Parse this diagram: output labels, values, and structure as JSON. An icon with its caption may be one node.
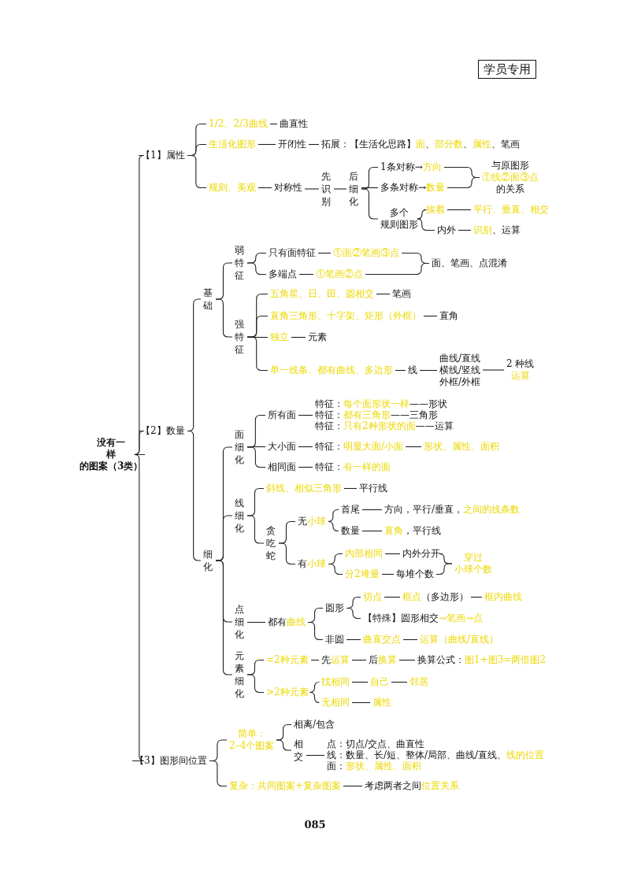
{
  "diagram": {
    "nodes": [
      {
        "text": [
          "没有一样的图案（3类）"
        ]
      },
      {
        "text": [
          "【1】属性"
        ]
      },
      {
        "text": [
          "【2】数量"
        ]
      },
      {
        "text": [
          "【3】图形间位置"
        ]
      },
      {
        "text": [
          "1/2、2/3曲线"
        ]
      },
      {
        "text": [
          "曲直性"
        ]
      },
      {
        "text": [
          "生活化图形"
        ]
      },
      {
        "text": [
          "开闭性"
        ]
      },
      {
        "text": [
          "拓展：【生活化思路】**面**、**部分数**、**属性**、笔画"
        ]
      },
      {
        "text": [
          "规则、美观"
        ]
      },
      {
        "text": [
          "对称性"
        ]
      },
      {
        "text": [
          "先识别"
        ]
      },
      {
        "text": [
          "后细化"
        ]
      },
      {
        "text": [
          "1条对称→**方向**"
        ]
      },
      {
        "text": [
          "多条对称→**数量**"
        ]
      },
      {
        "text": [
          "多个规则图形"
        ]
      },
      {
        "text": [
          "挨着"
        ]
      },
      {
        "text": [
          "平行、垂直、相交"
        ]
      },
      {
        "text": [
          "内外"
        ]
      },
      {
        "text": [
          "**识别**、运算"
        ]
      },
      {
        "text": [
          "与原图形**①线②面③点**的关系"
        ]
      },
      {
        "text": [
          "基础"
        ]
      },
      {
        "text": [
          "细化"
        ]
      },
      {
        "text": [
          "弱特征"
        ]
      },
      {
        "text": [
          "强特征"
        ]
      },
      {
        "text": [
          "只有面特征"
        ]
      },
      {
        "text": [
          "①面②笔画③点"
        ]
      },
      {
        "text": [
          "多端点"
        ]
      },
      {
        "text": [
          "①笔画②点"
        ]
      },
      {
        "text": [
          "面、笔画、点混淆"
        ]
      },
      {
        "text": [
          "五角星、日、田、圆相交"
        ]
      },
      {
        "text": [
          "笔画"
        ]
      },
      {
        "text": [
          "直角三角形、十字架、矩形（外框）"
        ]
      },
      {
        "text": [
          "直角"
        ]
      },
      {
        "text": [
          "独立"
        ]
      },
      {
        "text": [
          "元素"
        ]
      },
      {
        "text": [
          "单一线条、都有曲线、多边形"
        ]
      },
      {
        "text": [
          "线"
        ]
      },
      {
        "text": [
          "曲线/直线横线/竖线外框/外框"
        ]
      },
      {
        "text": [
          "2 种线**运算**"
        ]
      },
      {
        "text": [
          "面细化"
        ]
      },
      {
        "text": [
          "线细化"
        ]
      },
      {
        "text": [
          "点细化"
        ]
      },
      {
        "text": [
          "元素细化"
        ]
      },
      {
        "text": [
          "所有面"
        ]
      },
      {
        "text": [
          "特征：**每个面形状一样**——形状"
        ]
      },
      {
        "text": [
          "特征：**都有三角形**——三角形"
        ]
      },
      {
        "text": [
          "特征：**只有2种形状的面**——运算"
        ]
      },
      {
        "text": [
          "大小面"
        ]
      },
      {
        "text": [
          "特征：**明显大面/小面**"
        ]
      },
      {
        "text": [
          "形状、属性、面积"
        ]
      },
      {
        "text": [
          "相同面"
        ]
      },
      {
        "text": [
          "特征：**有一样的面**"
        ]
      },
      {
        "text": [
          "斜线、相似三角形"
        ]
      },
      {
        "text": [
          "平行线"
        ]
      },
      {
        "text": [
          "贪吃蛇"
        ]
      },
      {
        "text": [
          "无**小球**"
        ]
      },
      {
        "text": [
          "有**小球**"
        ]
      },
      {
        "text": [
          "首尾"
        ]
      },
      {
        "text": [
          "方向，平行/垂直，**之间的线条数**"
        ]
      },
      {
        "text": [
          "数量"
        ]
      },
      {
        "text": [
          "**直角**，平行线"
        ]
      },
      {
        "text": [
          "内部相同"
        ]
      },
      {
        "text": [
          "内外分开"
        ]
      },
      {
        "text": [
          "分2堆量"
        ]
      },
      {
        "text": [
          "每堆个数"
        ]
      },
      {
        "text": [
          "穿过小球个数"
        ]
      },
      {
        "text": [
          "都有**曲线**"
        ]
      },
      {
        "text": [
          "圆形"
        ]
      },
      {
        "text": [
          "非圆"
        ]
      },
      {
        "text": [
          "切点"
        ]
      },
      {
        "text": [
          "**框点**（多边形）"
        ]
      },
      {
        "text": [
          "框内曲线"
        ]
      },
      {
        "text": [
          "【特殊】圆形相交**→笔画→点**"
        ]
      },
      {
        "text": [
          "曲直交点"
        ]
      },
      {
        "text": [
          "运算（曲线/直线）"
        ]
      },
      {
        "text": [
          "=2种元素"
        ]
      },
      {
        "text": [
          "先**运算**"
        ]
      },
      {
        "text": [
          "后**换算**"
        ]
      },
      {
        "text": [
          "换算公式：**图1+图3=两倍图2**"
        ]
      },
      {
        "text": [
          ">2种元素"
        ]
      },
      {
        "text": [
          "找相同"
        ]
      },
      {
        "text": [
          "自己"
        ]
      },
      {
        "text": [
          "邻居"
        ]
      },
      {
        "text": [
          "无相同"
        ]
      },
      {
        "text": [
          "属性"
        ]
      },
      {
        "text": [
          "简单：2–4个图案"
        ]
      },
      {
        "text": [
          "复杂：共同图案+复杂图案"
        ]
      },
      {
        "text": [
          "考虑两者之间**位置关系**"
        ]
      },
      {
        "text": [
          "相离/包含"
        ]
      },
      {
        "text": [
          "相交"
        ]
      },
      {
        "text": [
          "点：切点/交点、曲直性"
        ]
      },
      {
        "text": [
          "线：数量、长/短、整体/局部、曲线/直线、**线的位置**"
        ]
      },
      {
        "text": [
          "面：**形状、属性、面积**"
        ]
      },
      {
        "text": [
          "学员专用"
        ]
      }
    ],
    "edges": [
      {
        "from": 0,
        "to": 1,
        "arrow": "none"
      },
      {
        "from": 0,
        "to": 2,
        "arrow": "none"
      },
      {
        "from": 0,
        "to": 3,
        "arrow": "none"
      },
      {
        "from": 1,
        "to": 4,
        "arrow": "none"
      },
      {
        "from": 1,
        "to": 6,
        "arrow": "none"
      },
      {
        "from": 1,
        "to": 9,
        "arrow": "none"
      },
      {
        "from": 4,
        "to": 5,
        "arrow": "none"
      },
      {
        "from": 6,
        "to": 7,
        "arrow": "none"
      },
      {
        "from": 7,
        "to": 8,
        "arrow": "none"
      },
      {
        "from": 9,
        "to": 10,
        "arrow": "none"
      },
      {
        "from": 10,
        "to": 11,
        "arrow": "none"
      },
      {
        "from": 11,
        "to": 12,
        "arrow": "none"
      },
      {
        "from": 12,
        "to": 13,
        "arrow": "none"
      },
      {
        "from": 12,
        "to": 14,
        "arrow": "none"
      },
      {
        "from": 12,
        "to": 15,
        "arrow": "none"
      },
      {
        "from": 15,
        "to": 16,
        "arrow": "none"
      },
      {
        "from": 15,
        "to": 18,
        "arrow": "none"
      },
      {
        "from": 16,
        "to": 17,
        "arrow": "none"
      },
      {
        "from": 18,
        "to": 19,
        "arrow": "none"
      },
      {
        "from": 13,
        "to": 20,
        "arrow": "none"
      },
      {
        "from": 14,
        "to": 20,
        "arrow": "none"
      },
      {
        "from": 2,
        "to": 21,
        "arrow": "none"
      },
      {
        "from": 2,
        "to": 22,
        "arrow": "none"
      },
      {
        "from": 21,
        "to": 23,
        "arrow": "none"
      },
      {
        "from": 21,
        "to": 24,
        "arrow": "none"
      },
      {
        "from": 23,
        "to": 25,
        "arrow": "none"
      },
      {
        "from": 23,
        "to": 27,
        "arrow": "none"
      },
      {
        "from": 25,
        "to": 26,
        "arrow": "none"
      },
      {
        "from": 27,
        "to": 28,
        "arrow": "none"
      },
      {
        "from": 26,
        "to": 29,
        "arrow": "none"
      },
      {
        "from": 28,
        "to": 29,
        "arrow": "none"
      },
      {
        "from": 24,
        "to": 30,
        "arrow": "none"
      },
      {
        "from": 24,
        "to": 32,
        "arrow": "none"
      },
      {
        "from": 24,
        "to": 34,
        "arrow": "none"
      },
      {
        "from": 24,
        "to": 36,
        "arrow": "none"
      },
      {
        "from": 30,
        "to": 31,
        "arrow": "none"
      },
      {
        "from": 32,
        "to": 33,
        "arrow": "none"
      },
      {
        "from": 34,
        "to": 35,
        "arrow": "none"
      },
      {
        "from": 36,
        "to": 37,
        "arrow": "none"
      },
      {
        "from": 37,
        "to": 38,
        "arrow": "none"
      },
      {
        "from": 38,
        "to": 39,
        "arrow": "none"
      },
      {
        "from": 22,
        "to": 40,
        "arrow": "none"
      },
      {
        "from": 22,
        "to": 41,
        "arrow": "none"
      },
      {
        "from": 22,
        "to": 42,
        "arrow": "none"
      },
      {
        "from": 22,
        "to": 43,
        "arrow": "none"
      },
      {
        "from": 40,
        "to": 44,
        "arrow": "none"
      },
      {
        "from": 40,
        "to": 48,
        "arrow": "none"
      },
      {
        "from": 40,
        "to": 51,
        "arrow": "none"
      },
      {
        "from": 44,
        "to": 46,
        "arrow": "none"
      },
      {
        "from": 48,
        "to": 49,
        "arrow": "none"
      },
      {
        "from": 49,
        "to": 50,
        "arrow": "none"
      },
      {
        "from": 51,
        "to": 52,
        "arrow": "none"
      },
      {
        "from": 41,
        "to": 53,
        "arrow": "none"
      },
      {
        "from": 41,
        "to": 55,
        "arrow": "none"
      },
      {
        "from": 53,
        "to": 54,
        "arrow": "none"
      },
      {
        "from": 55,
        "to": 56,
        "arrow": "none"
      },
      {
        "from": 55,
        "to": 57,
        "arrow": "none"
      },
      {
        "from": 56,
        "to": 58,
        "arrow": "none"
      },
      {
        "from": 56,
        "to": 60,
        "arrow": "none"
      },
      {
        "from": 58,
        "to": 59,
        "arrow": "none"
      },
      {
        "from": 60,
        "to": 61,
        "arrow": "none"
      },
      {
        "from": 57,
        "to": 62,
        "arrow": "none"
      },
      {
        "from": 57,
        "to": 64,
        "arrow": "none"
      },
      {
        "from": 62,
        "to": 63,
        "arrow": "none"
      },
      {
        "from": 64,
        "to": 65,
        "arrow": "none"
      },
      {
        "from": 63,
        "to": 66,
        "arrow": "none"
      },
      {
        "from": 65,
        "to": 66,
        "arrow": "none"
      },
      {
        "from": 42,
        "to": 67,
        "arrow": "none"
      },
      {
        "from": 67,
        "to": 68,
        "arrow": "none"
      },
      {
        "from": 67,
        "to": 69,
        "arrow": "none"
      },
      {
        "from": 68,
        "to": 70,
        "arrow": "none"
      },
      {
        "from": 68,
        "to": 73,
        "arrow": "none"
      },
      {
        "from": 70,
        "to": 71,
        "arrow": "none"
      },
      {
        "from": 71,
        "to": 72,
        "arrow": "none"
      },
      {
        "from": 69,
        "to": 74,
        "arrow": "none"
      },
      {
        "from": 74,
        "to": 75,
        "arrow": "none"
      },
      {
        "from": 43,
        "to": 76,
        "arrow": "none"
      },
      {
        "from": 43,
        "to": 80,
        "arrow": "none"
      },
      {
        "from": 76,
        "to": 77,
        "arrow": "none"
      },
      {
        "from": 77,
        "to": 78,
        "arrow": "none"
      },
      {
        "from": 78,
        "to": 79,
        "arrow": "none"
      },
      {
        "from": 80,
        "to": 81,
        "arrow": "none"
      },
      {
        "from": 80,
        "to": 84,
        "arrow": "none"
      },
      {
        "from": 81,
        "to": 82,
        "arrow": "none"
      },
      {
        "from": 82,
        "to": 83,
        "arrow": "none"
      },
      {
        "from": 84,
        "to": 85,
        "arrow": "none"
      },
      {
        "from": 3,
        "to": 86,
        "arrow": "none"
      },
      {
        "from": 3,
        "to": 87,
        "arrow": "none"
      },
      {
        "from": 86,
        "to": 89,
        "arrow": "none"
      },
      {
        "from": 86,
        "to": 90,
        "arrow": "none"
      },
      {
        "from": 90,
        "to": 92,
        "arrow": "none"
      },
      {
        "from": 87,
        "to": 88,
        "arrow": "none"
      }
    ],
    "labels": [
      "085"
    ]
  }
}
